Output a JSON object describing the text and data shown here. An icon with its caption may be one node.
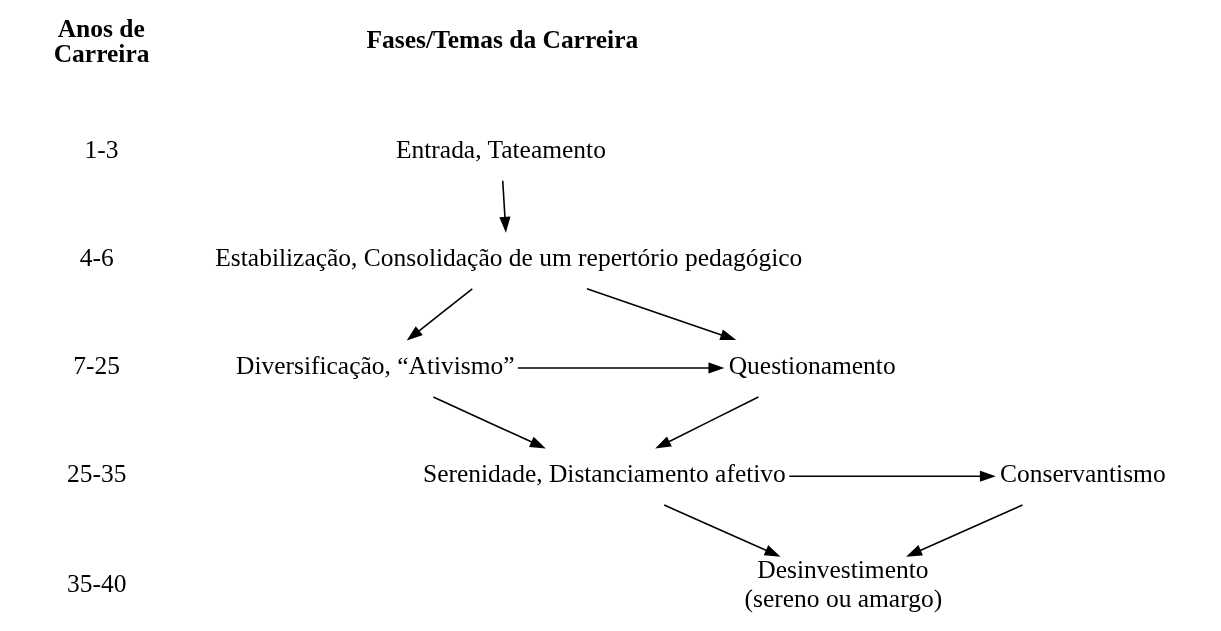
{
  "diagram": {
    "nodes": [
      {
        "text": [
          "Entrada, Tateamento"
        ]
      },
      {
        "text": [
          "Estabilização, Consolidação de um repertório pedagógico"
        ]
      },
      {
        "text": [
          "Diversificação, “Ativismo”"
        ]
      },
      {
        "text": [
          "Questionamento"
        ]
      },
      {
        "text": [
          "Serenidade, Distanciamento afetivo"
        ]
      },
      {
        "text": [
          "Conservantismo"
        ]
      },
      {
        "text": [
          "Desinvestimento (sereno ou amargo)"
        ]
      }
    ],
    "edges": [
      {
        "from": 0,
        "to": 1,
        "arrow": "to"
      },
      {
        "from": 1,
        "to": 2,
        "arrow": "to"
      },
      {
        "from": 1,
        "to": 3,
        "arrow": "to"
      },
      {
        "from": 2,
        "to": 3,
        "arrow": "to"
      },
      {
        "from": 2,
        "to": 4,
        "arrow": "to"
      },
      {
        "from": 3,
        "to": 4,
        "arrow": "to"
      },
      {
        "from": 4,
        "to": 5,
        "arrow": "to"
      },
      {
        "from": 4,
        "to": 6,
        "arrow": "to"
      },
      {
        "from": 5,
        "to": 6,
        "arrow": "to"
      }
    ],
    "labels": [
      "Anos de Carreira",
      "Fases/Temas da Carreira",
      "1-3",
      "4-6",
      "7-25",
      "25-35",
      "35-40"
    ]
  }
}
